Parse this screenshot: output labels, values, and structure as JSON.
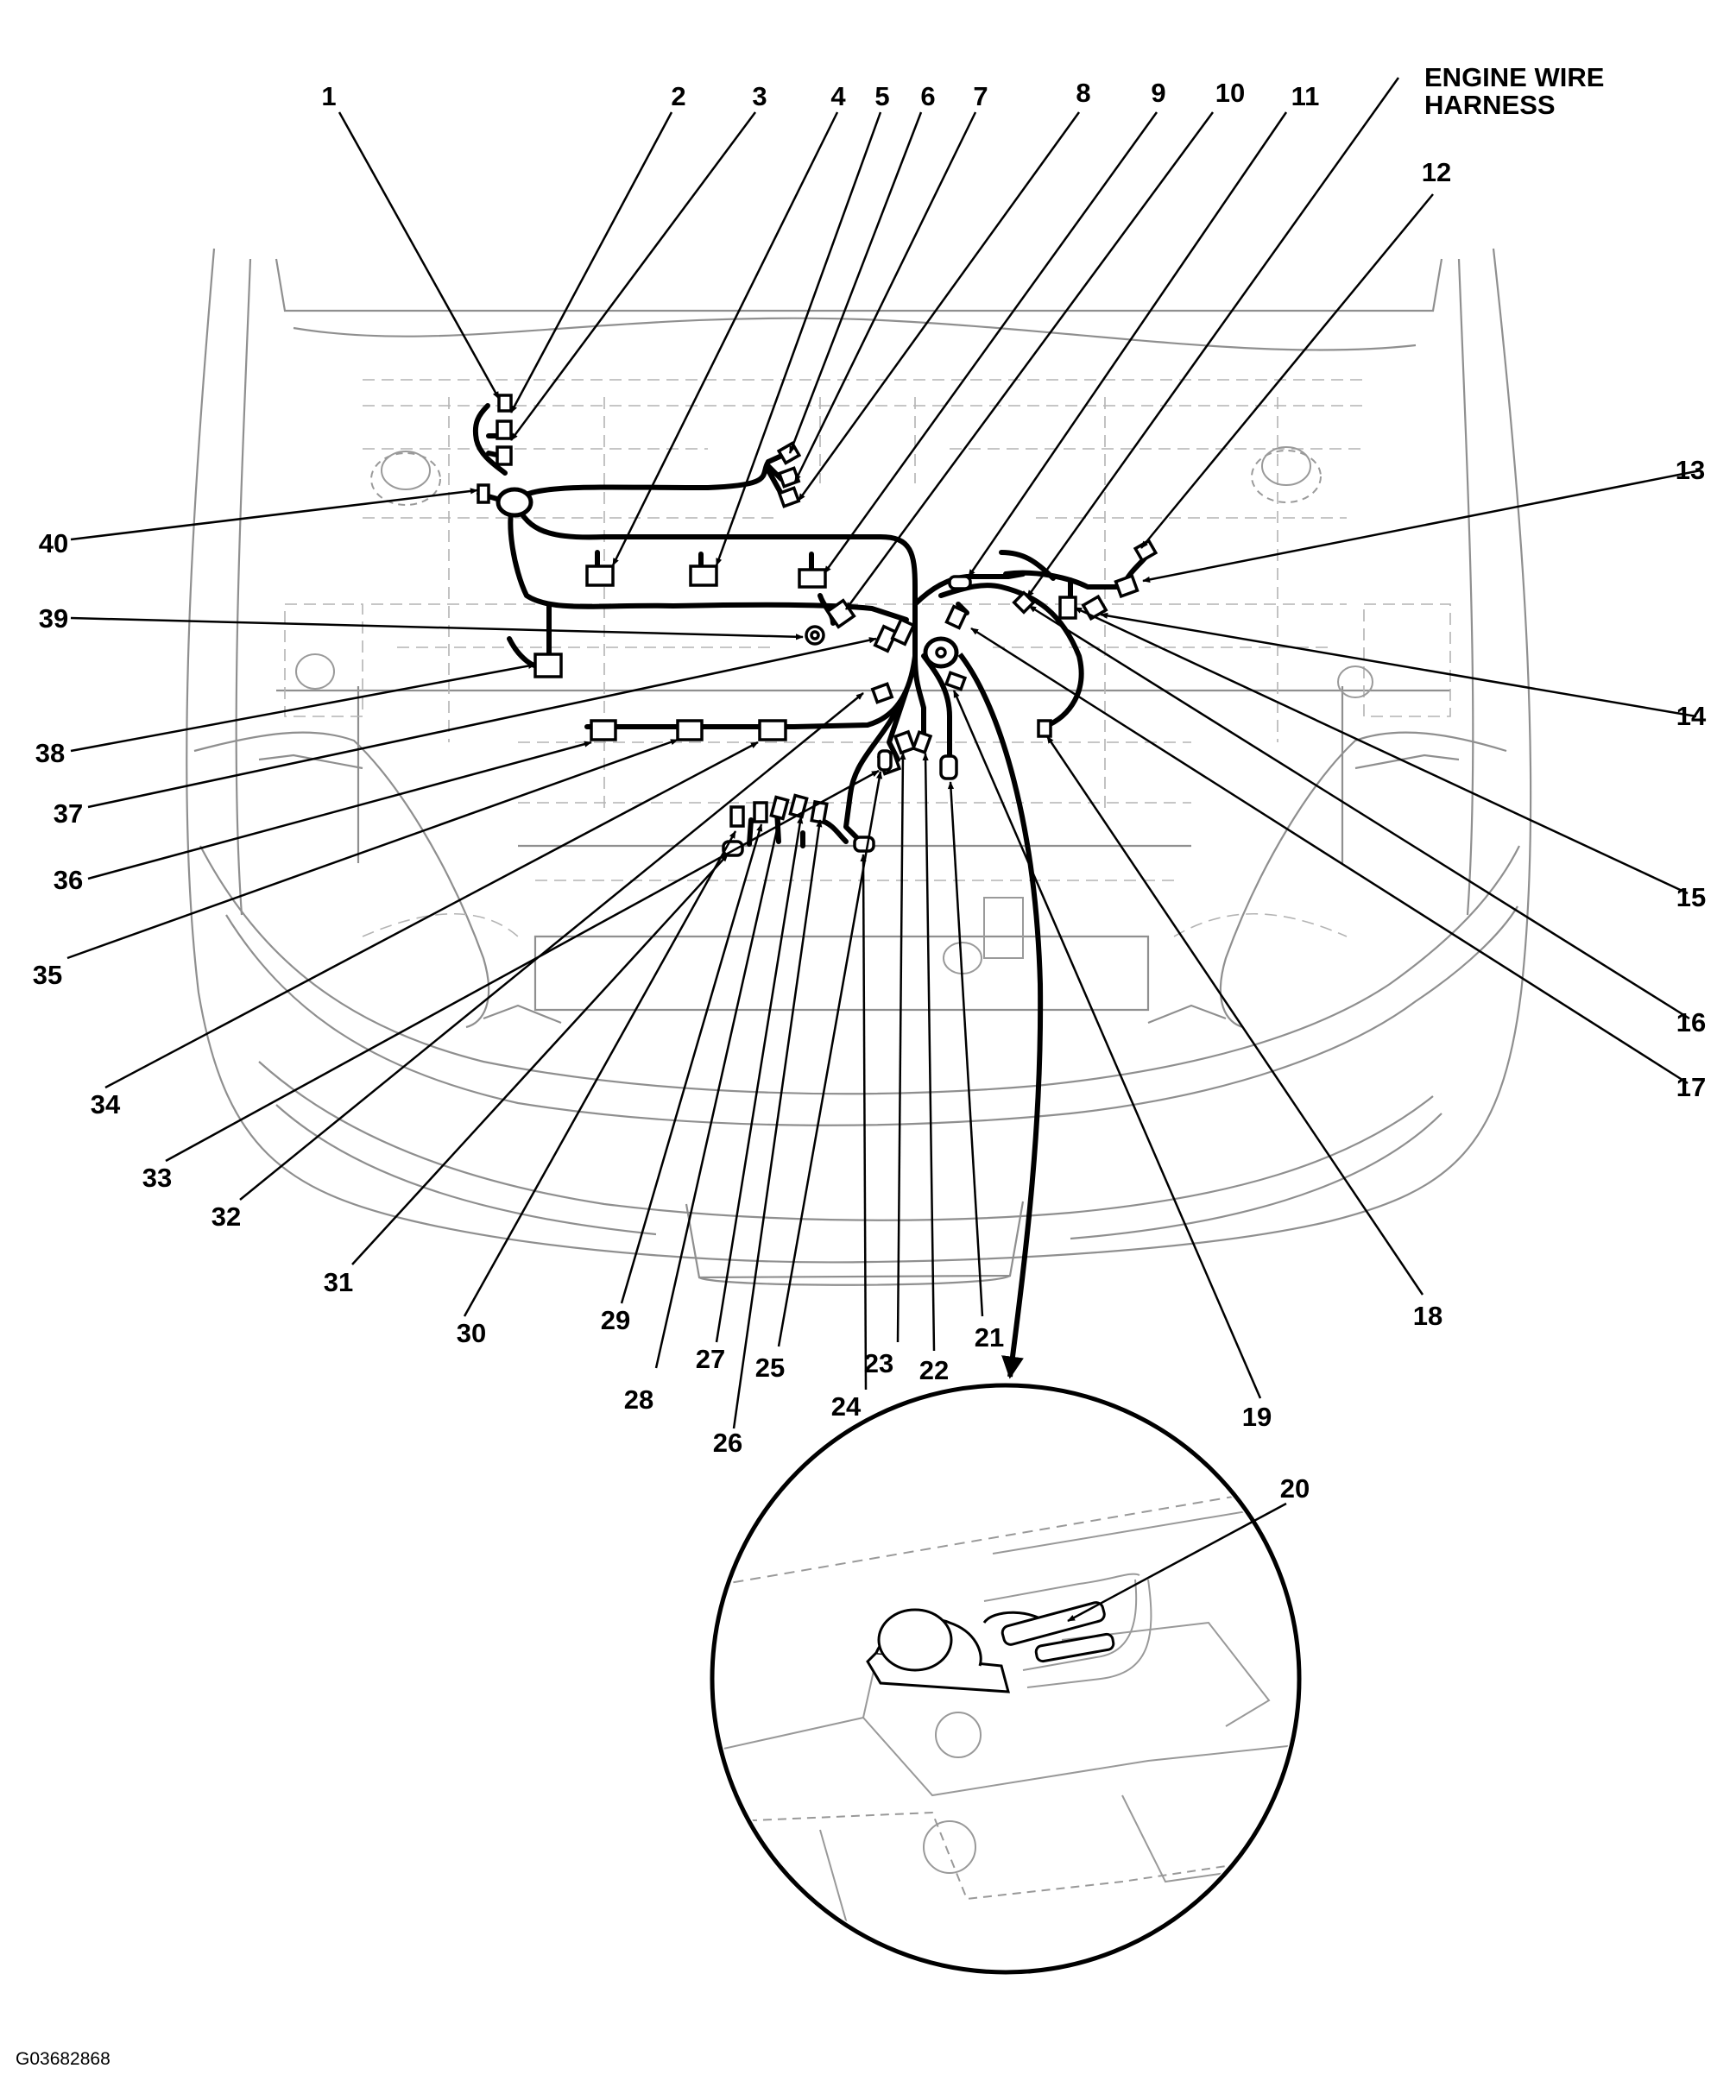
{
  "diagram": {
    "title_lines": [
      "ENGINE WIRE",
      "HARNESS"
    ],
    "figure_id": "G03682868",
    "callouts": [
      "1",
      "2",
      "3",
      "4",
      "5",
      "6",
      "7",
      "8",
      "9",
      "10",
      "11",
      "12",
      "13",
      "14",
      "15",
      "16",
      "17",
      "18",
      "19",
      "20",
      "21",
      "22",
      "23",
      "24",
      "25",
      "26",
      "27",
      "28",
      "29",
      "30",
      "31",
      "32",
      "33",
      "34",
      "35",
      "36",
      "37",
      "38",
      "39",
      "40"
    ]
  },
  "colors": {
    "ink": "#000000",
    "body_line": "#9a9a9a",
    "dash": "#b0b0b0",
    "paper": "#ffffff"
  }
}
